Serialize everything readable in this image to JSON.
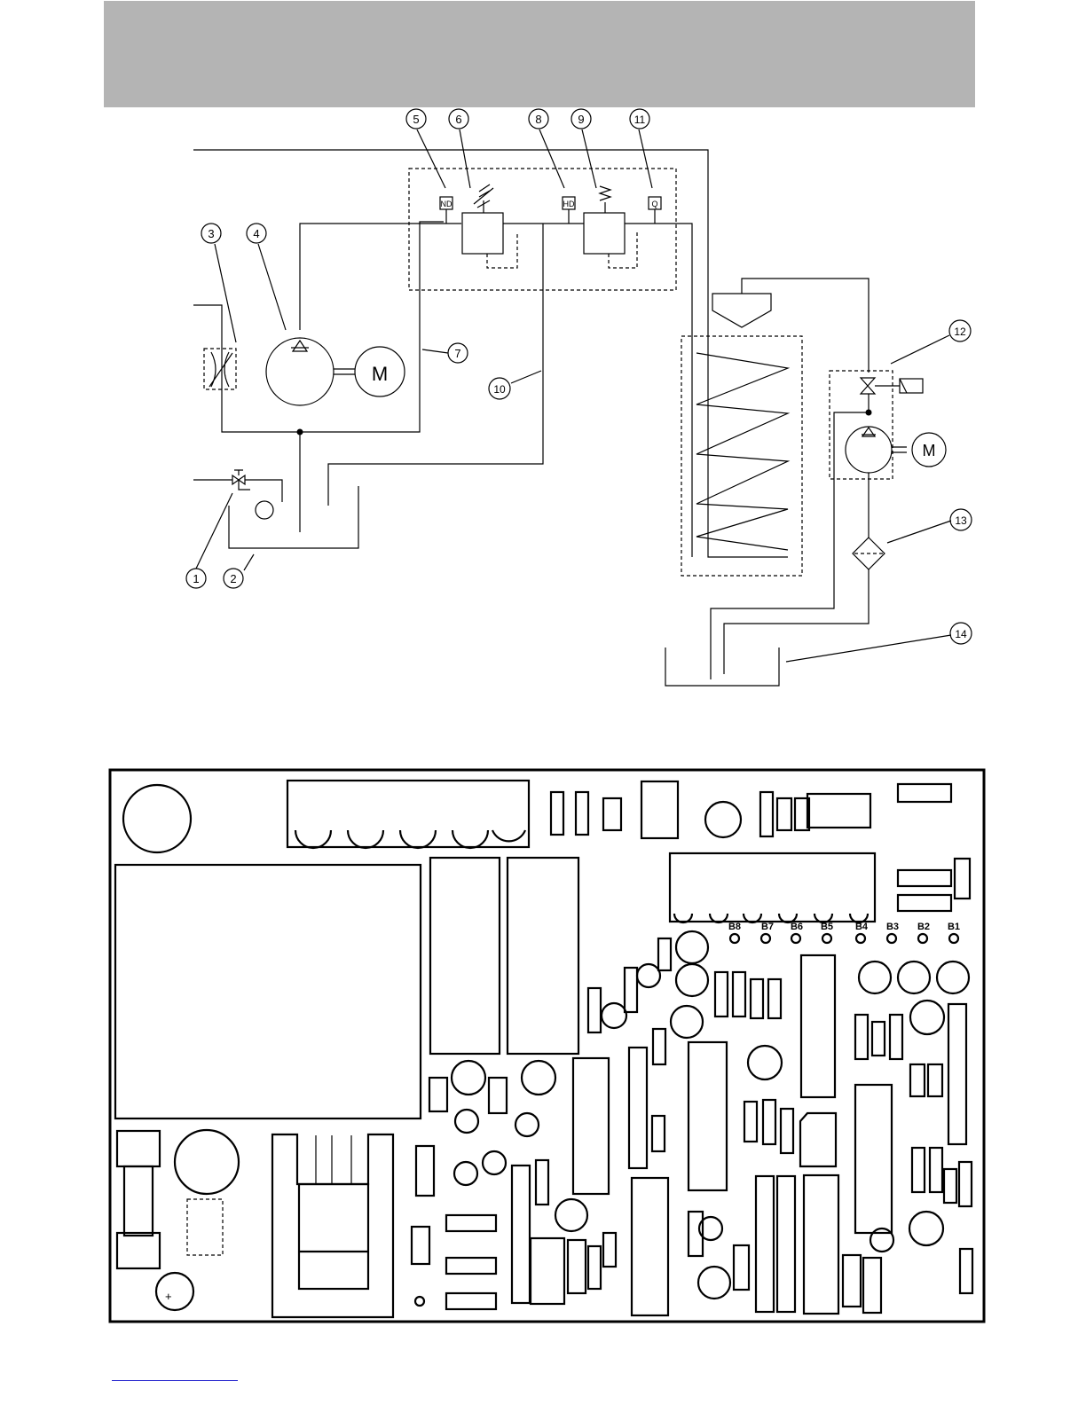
{
  "colors": {
    "header": "#b4b4b4",
    "line": "#000000",
    "link_rule": "#1a1acc"
  },
  "hydraulic": {
    "callouts": [
      "1",
      "2",
      "3",
      "4",
      "5",
      "6",
      "7",
      "8",
      "9",
      "10",
      "11",
      "12",
      "13",
      "14"
    ],
    "gauge_nd": "ND",
    "gauge_hd": "HD",
    "gauge_q": "Q",
    "motor_label": "M"
  },
  "pcb": {
    "bank_labels": [
      "B8",
      "B7",
      "B6",
      "B5",
      "B4",
      "B3",
      "B2",
      "B1"
    ],
    "polarity_plus": "+"
  }
}
